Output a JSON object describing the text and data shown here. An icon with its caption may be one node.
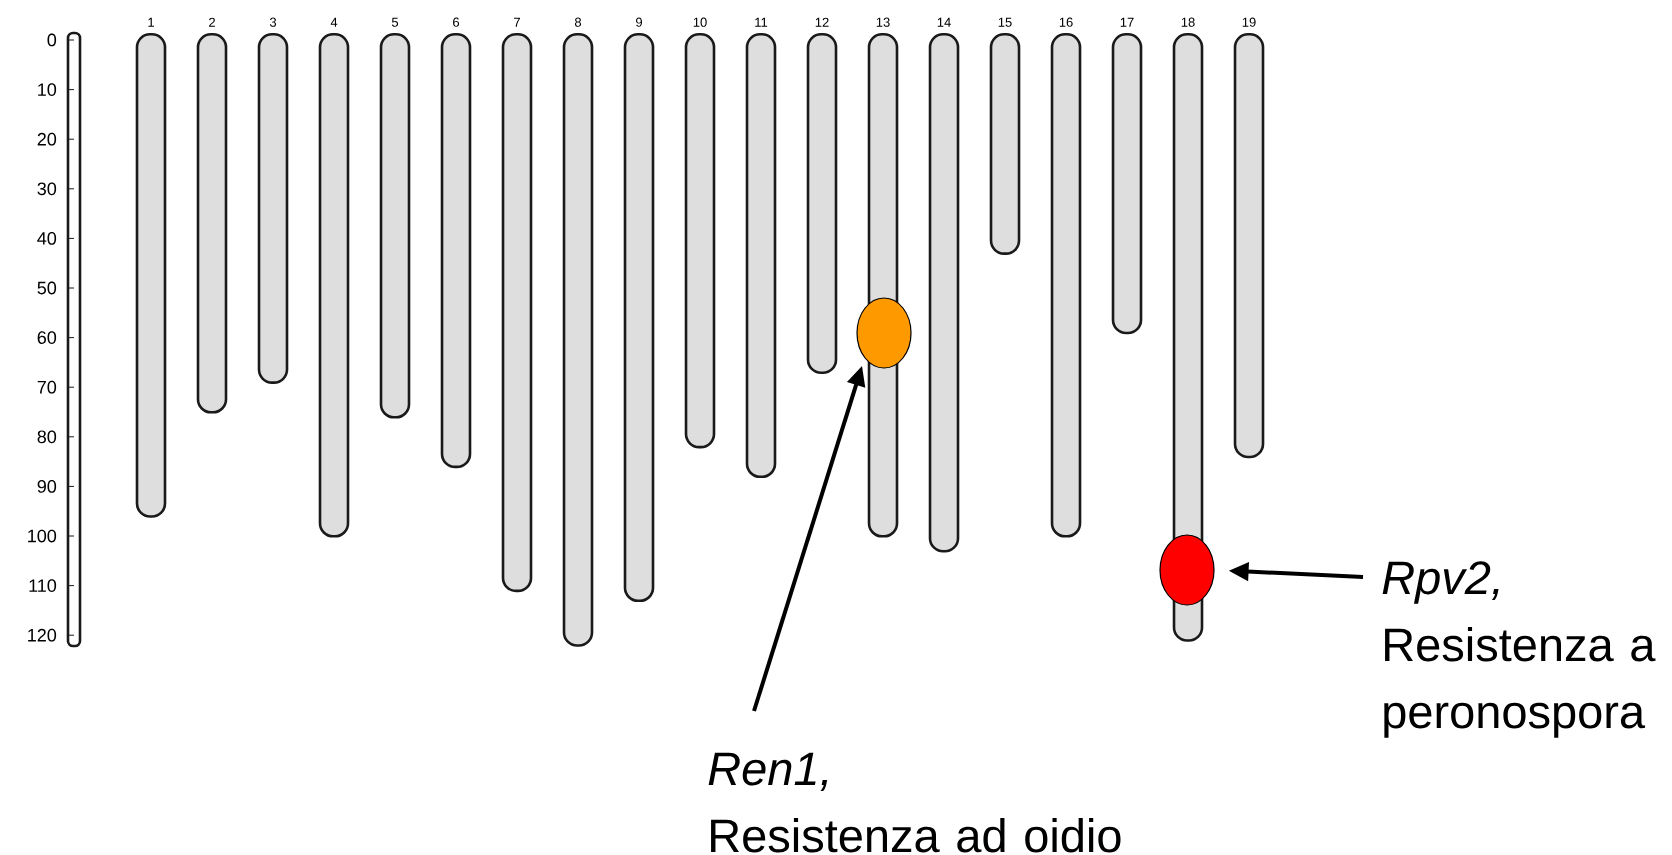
{
  "diagram": {
    "nodes": [
      {
        "text": [
          "1"
        ]
      },
      {
        "text": [
          "2"
        ]
      },
      {
        "text": [
          "3"
        ]
      },
      {
        "text": [
          "4"
        ]
      },
      {
        "text": [
          "5"
        ]
      },
      {
        "text": [
          "6"
        ]
      },
      {
        "text": [
          "7"
        ]
      },
      {
        "text": [
          "8"
        ]
      },
      {
        "text": [
          "9"
        ]
      },
      {
        "text": [
          "10"
        ]
      },
      {
        "text": [
          "11"
        ]
      },
      {
        "text": [
          "12"
        ]
      },
      {
        "text": [
          "13"
        ]
      },
      {
        "text": [
          "14"
        ]
      },
      {
        "text": [
          "15"
        ]
      },
      {
        "text": [
          "16"
        ]
      },
      {
        "text": [
          "17"
        ]
      },
      {
        "text": [
          "18"
        ]
      },
      {
        "text": [
          "19"
        ]
      },
      {
        "text": [],
        "shape": "circle"
      },
      {
        "text": [],
        "shape": "circle"
      },
      {
        "text": [
          "Ren1,",
          "Resistenza ad oidio"
        ]
      },
      {
        "text": [
          "Rpv2,",
          "Resistenza a peronospora"
        ]
      }
    ],
    "edges": [
      {
        "from": 21,
        "to": 19,
        "arrow": "to"
      },
      {
        "from": 22,
        "to": 20,
        "arrow": "to"
      }
    ],
    "labels": [
      "0",
      "10",
      "20",
      "30",
      "40",
      "50",
      "60",
      "70",
      "80",
      "90",
      "100",
      "110",
      "120"
    ]
  }
}
